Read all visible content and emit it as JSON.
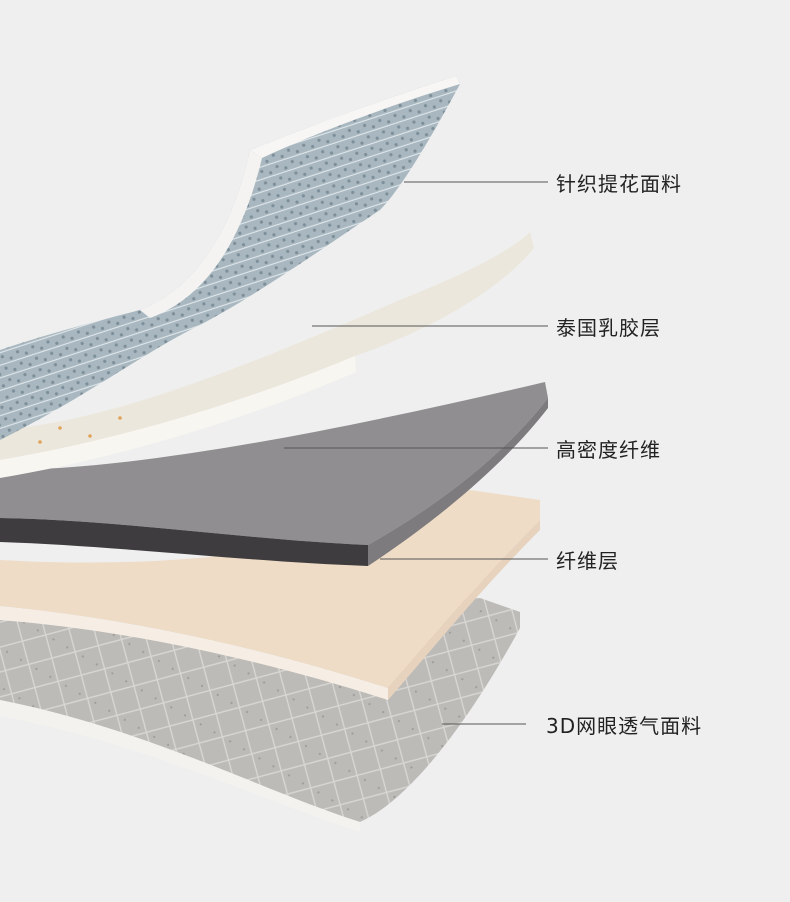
{
  "diagram": {
    "layers": [
      {
        "label": "针织提花面料",
        "color": "#9eb0ba"
      },
      {
        "label": "泰国乳胶层",
        "color": "#ece7dc"
      },
      {
        "label": "高密度纤维",
        "color": "#8f8d8f"
      },
      {
        "label": "纤维层",
        "color": "#efdcc6"
      },
      {
        "label": "3D网眼透气面料",
        "color": "#b9b7b3"
      }
    ]
  }
}
